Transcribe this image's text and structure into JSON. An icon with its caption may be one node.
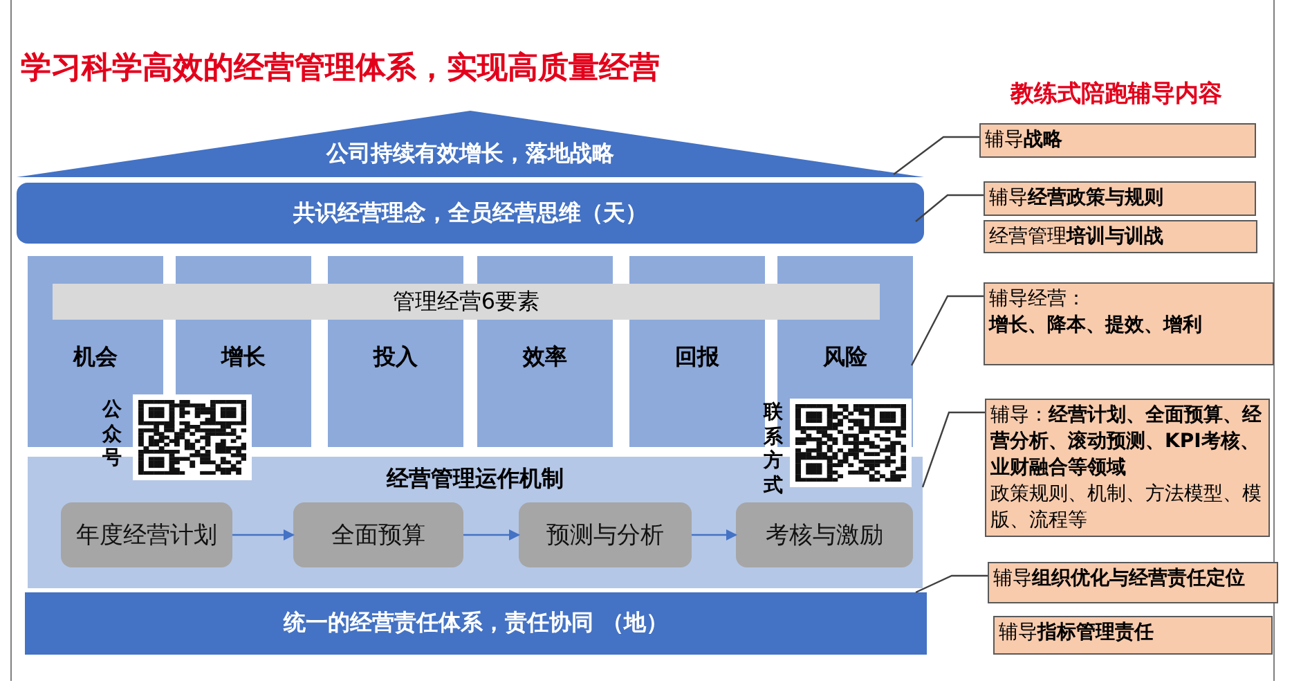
{
  "diagram": {
    "title": "学习科学高效的经营管理体系，实现高质量经营",
    "nodes": [
      {
        "text": [
          "公司持续有效增长，落地战略"
        ]
      },
      {
        "text": [
          "共识经营理念，全员经营思维（天）"
        ]
      },
      {
        "text": [
          "管理经营6要素"
        ]
      },
      {
        "text": [
          "机会"
        ]
      },
      {
        "text": [
          "增长"
        ]
      },
      {
        "text": [
          "投入"
        ]
      },
      {
        "text": [
          "效率"
        ]
      },
      {
        "text": [
          "回报"
        ]
      },
      {
        "text": [
          "风险"
        ]
      },
      {
        "text": [],
        "shape": "picture",
        "beside": [
          "公众号"
        ]
      },
      {
        "text": [],
        "shape": "picture",
        "beside": [
          "联系方式"
        ]
      },
      {
        "text": [
          "经营管理运作机制"
        ]
      },
      {
        "text": [
          "年度经营计划"
        ],
        "in": 11
      },
      {
        "text": [
          "全面预算"
        ],
        "in": 11
      },
      {
        "text": [
          "预测与分析"
        ],
        "in": 11
      },
      {
        "text": [
          "考核与激励"
        ],
        "in": 11
      },
      {
        "text": [
          "统一的经营责任体系，责任协同 （地）"
        ]
      },
      {
        "text": [
          "辅导**战略**"
        ]
      },
      {
        "text": [
          "辅导**经营政策与规则**"
        ]
      },
      {
        "text": [
          "经营管理**培训与训战**"
        ]
      },
      {
        "text": [
          "辅导经营：",
          "增长、降本、提效、增利"
        ]
      },
      {
        "text": [
          "辅导：**经营计划、全面预算、经营分析、滚动预测、KPI考核、业财融合等领域**",
          "政策规则、机制、方法模型、模版、流程等"
        ]
      },
      {
        "text": [
          "辅导**组织优化与经营责任定位**"
        ]
      },
      {
        "text": [
          "辅导**指标管理责任**"
        ]
      }
    ],
    "edges": [
      {
        "from": 12,
        "to": 13,
        "arrow": "to",
        "color": "#4472c4"
      },
      {
        "from": 13,
        "to": 14,
        "arrow": "to",
        "color": "#4472c4"
      },
      {
        "from": 14,
        "to": 15,
        "arrow": "to",
        "color": "#4472c4"
      },
      {
        "from": 17,
        "to": 0,
        "arrow": "none"
      },
      {
        "from": 18,
        "to": 1,
        "arrow": "none"
      },
      {
        "from": 20,
        "to": 8,
        "arrow": "none"
      },
      {
        "from": 21,
        "to": 11,
        "arrow": "none"
      },
      {
        "from": 22,
        "to": 16,
        "arrow": "none"
      }
    ],
    "labels": [
      "教练式陪跑辅导内容"
    ]
  }
}
